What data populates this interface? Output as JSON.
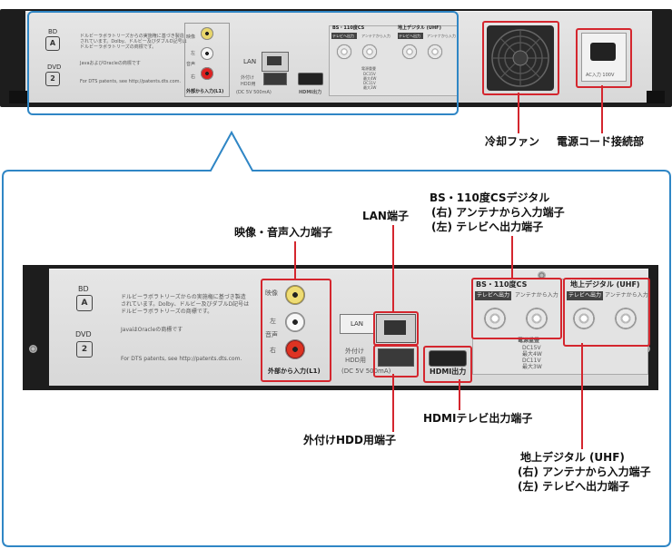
{
  "top": {
    "bd": "BD",
    "dvd": "DVD",
    "info1": "ドルビーラボラトリーズからの実施権に基づき製造",
    "info2": "されています。Dolby、ドルビー及びダブルD記号は",
    "info3": "ドルビーラボラトリーズの商標です。",
    "java": "JavaおよびOracleの商標です",
    "dts": "For DTS patents, see http://patents.dts.com.",
    "av_video": "映像",
    "av_left": "左",
    "av_audio": "音声",
    "av_right": "右",
    "av_caption": "外部から入力(L1)",
    "lan": "LAN",
    "hdd1": "外付け",
    "hdd2": "HDD用",
    "hdd3": "(DC 5V 500mA)",
    "hdmi": "HDMI出力",
    "bs_title": "BS・110度CS",
    "bs_out": "テレビへ出力",
    "bs_in": "アンテナから入力",
    "uhf_title": "地上デジタル (UHF)",
    "uhf_out": "テレビへ出力",
    "uhf_in": "アンテナから入力",
    "power_spec": "電源重畳",
    "dc15": "DC15V",
    "max4w": "最大4W",
    "dc11": "DC11V",
    "max3w": "最大3W",
    "ac": "AC入力 100V"
  },
  "callouts_top": {
    "fan": "冷却ファン",
    "power_cord": "電源コード接続部"
  },
  "detail": {
    "bd": "BD",
    "dvd": "DVD",
    "info1": "ドルビーラボラトリーズからの実施権に基づき製造",
    "info2": "されています。Dolby、ドルビー及びダブルD記号は",
    "info3": "ドルビーラボラトリーズの商標です。",
    "java": "JavaはOracleの商標です",
    "dts": "For DTS patents, see http://patents.dts.com.",
    "av_video": "映像",
    "av_left": "左",
    "av_audio": "音声",
    "av_right": "右",
    "av_caption": "外部から入力(L1)",
    "lan": "LAN",
    "hdd1": "外付け",
    "hdd2": "HDD用",
    "hdd3": "(DC 5V 500mA)",
    "hdmi": "HDMI出力",
    "bs_title": "BS・110度CS",
    "bs_out": "テレビへ出力",
    "bs_in": "アンテナから入力",
    "uhf_title": "地上デジタル (UHF)",
    "uhf_out": "テレビへ出力",
    "uhf_in": "アンテナから入力",
    "power_spec": "電源重畳",
    "dc15": "DC15V",
    "max4w": "最大4W",
    "dc11": "DC11V",
    "max3w": "最大3W"
  },
  "callouts_detail": {
    "av": "映像・音声入力端子",
    "lan": "LAN端子",
    "bs_line1": "BS・110度CSデジタル",
    "bs_line2": "(右) アンテナから入力端子",
    "bs_line3": "(左) テレビへ出力端子",
    "hdmi": "HDMIテレビ出力端子",
    "hdd": "外付けHDD用端子",
    "uhf_line1": "地上デジタル (UHF)",
    "uhf_line2": "(右) アンテナから入力端子",
    "uhf_line3": "(左) テレビへ出力端子"
  },
  "colors": {
    "accent_red": "#d4262e",
    "frame_blue": "#2f86c5"
  }
}
